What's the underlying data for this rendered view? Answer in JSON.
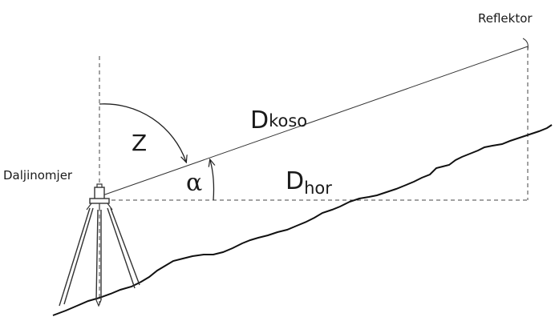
{
  "labels": {
    "reflector": "Reflektor",
    "instrument": "Daljinomjer",
    "zenith": "Z",
    "alpha": "α",
    "slope_distance_main": "D",
    "slope_distance_sub": "koso",
    "horizontal_distance_main": "D",
    "horizontal_distance_sub": "hor"
  }
}
